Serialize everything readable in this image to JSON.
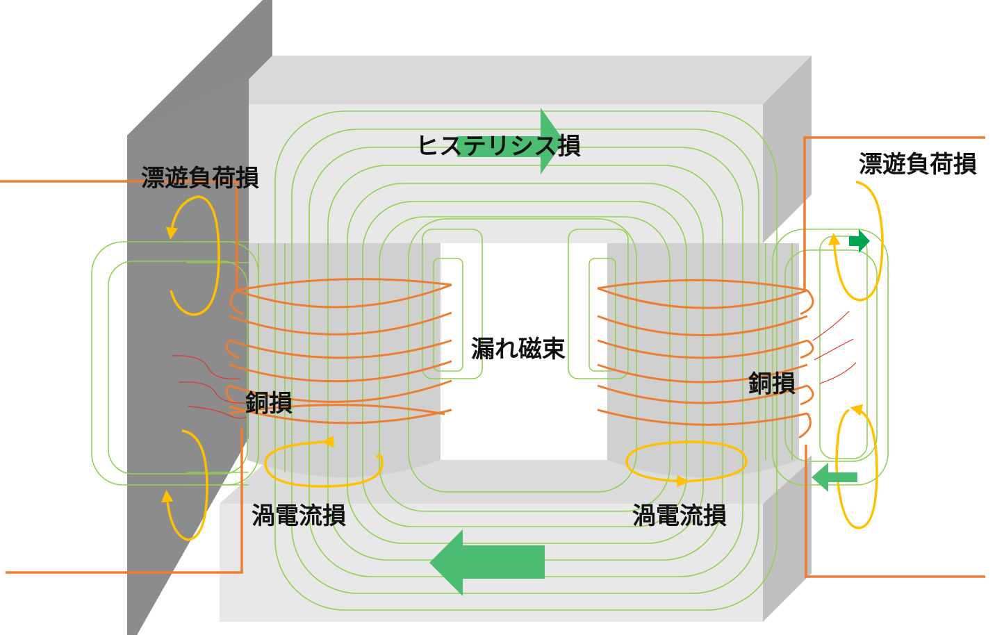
{
  "labels": {
    "hysteresis": "ヒステリシス損",
    "stray_left": "漂遊負荷損",
    "stray_right": "漂遊負荷損",
    "leakage_flux": "漏れ磁束",
    "copper_left": "銅損",
    "copper_right": "銅損",
    "eddy_left": "渦電流損",
    "eddy_right": "渦電流損"
  },
  "colors": {
    "core_face": "#e6e6e6",
    "core_top": "#d4d4d4",
    "core_side": "#bdbdbd",
    "leg": "#cfcfcf",
    "plate_front": "#8a8a8a",
    "plate_edge": "#b5b5b5",
    "flux_line": "#92d050",
    "coil": "#ed7d31",
    "stray_loop": "#ffc000",
    "flux_arrow": "#4dbd74",
    "small_arrow": "#00a550",
    "heat": "#e0302a"
  }
}
